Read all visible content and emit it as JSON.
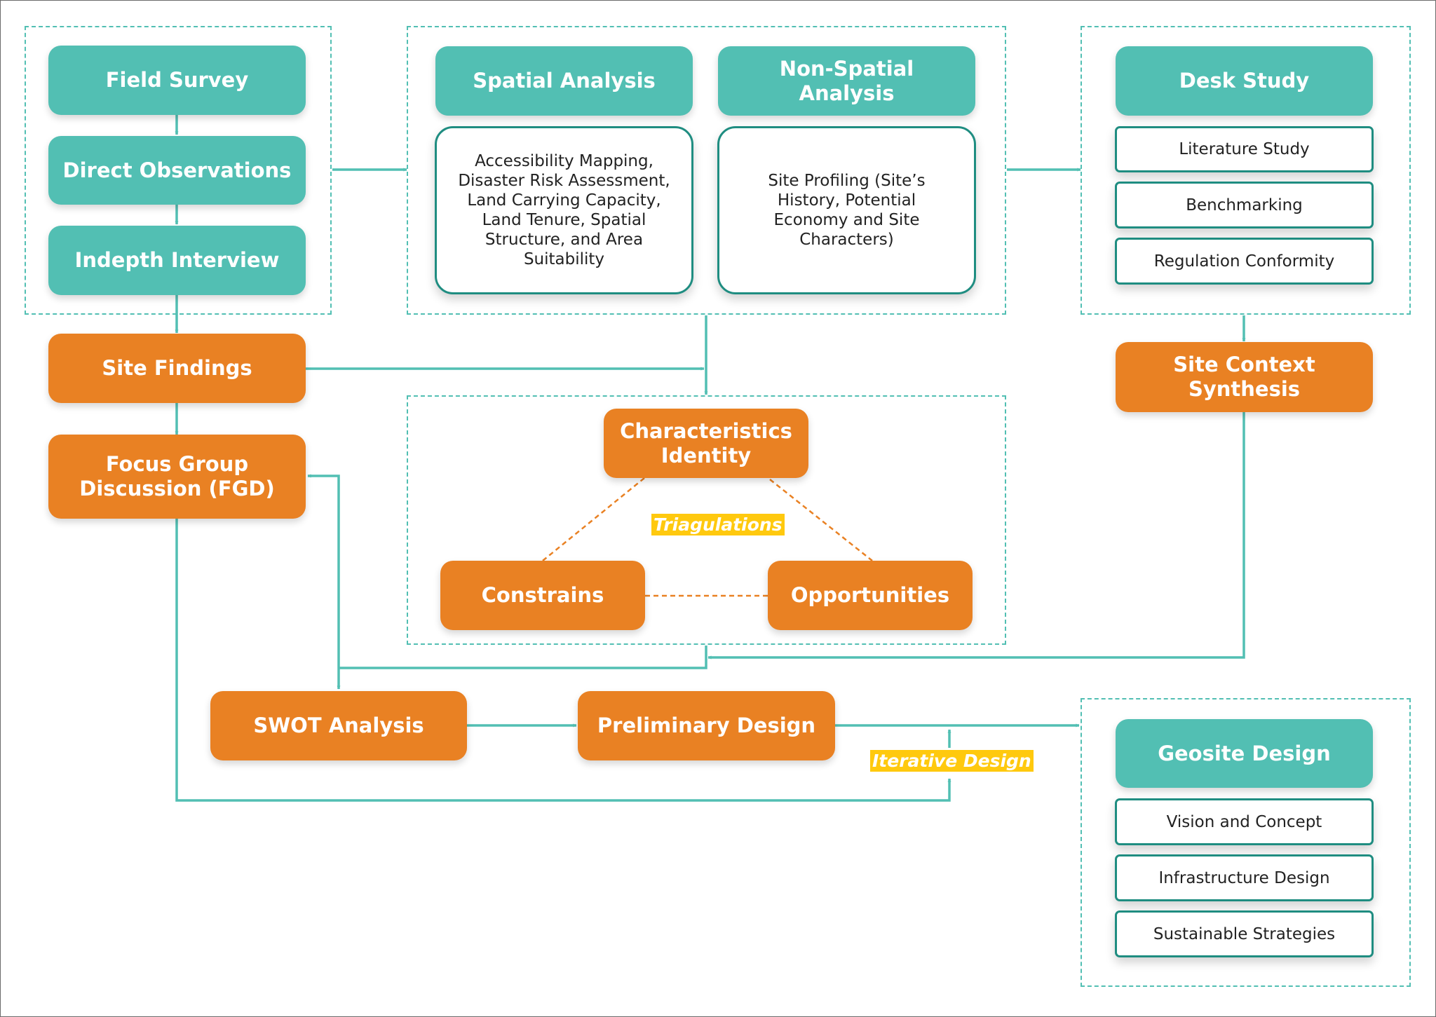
{
  "nodes": {
    "field_survey": "Field Survey",
    "direct_observations": "Direct Observations",
    "indepth_interview": "Indepth Interview",
    "spatial_analysis": "Spatial Analysis",
    "non_spatial_analysis": "Non-Spatial Analysis",
    "spatial_detail": "Accessibility Mapping, Disaster Risk Assessment, Land Carrying Capacity, Land Tenure, Spatial Structure, and Area Suitability",
    "non_spatial_detail": "Site Profiling (Site’s History, Potential Economy and Site Characters)",
    "desk_study": "Desk Study",
    "literature_study": "Literature Study",
    "benchmarking": "Benchmarking",
    "regulation_conformity": "Regulation Conformity",
    "site_findings": "Site Findings",
    "site_context_synthesis": "Site Context Synthesis",
    "focus_group_discussion": "Focus Group Discussion (FGD)",
    "characteristics_identity": "Characteristics Identity",
    "constrains": "Constrains",
    "opportunities": "Opportunities",
    "swot_analysis": "SWOT Analysis",
    "preliminary_design": "Preliminary Design",
    "geosite_design": "Geosite Design",
    "vision_and_concept": "Vision and Concept",
    "infrastructure_design": "Infrastructure Design",
    "sustainable_strategies": "Sustainable Strategies"
  },
  "labels": {
    "triangulations": "Triagulations",
    "iterative_design": "Iterative Design"
  },
  "colors": {
    "teal": "#52bfb3",
    "teal_border": "#1f8d81",
    "orange": "#e98123",
    "highlight": "#ffc90e"
  }
}
